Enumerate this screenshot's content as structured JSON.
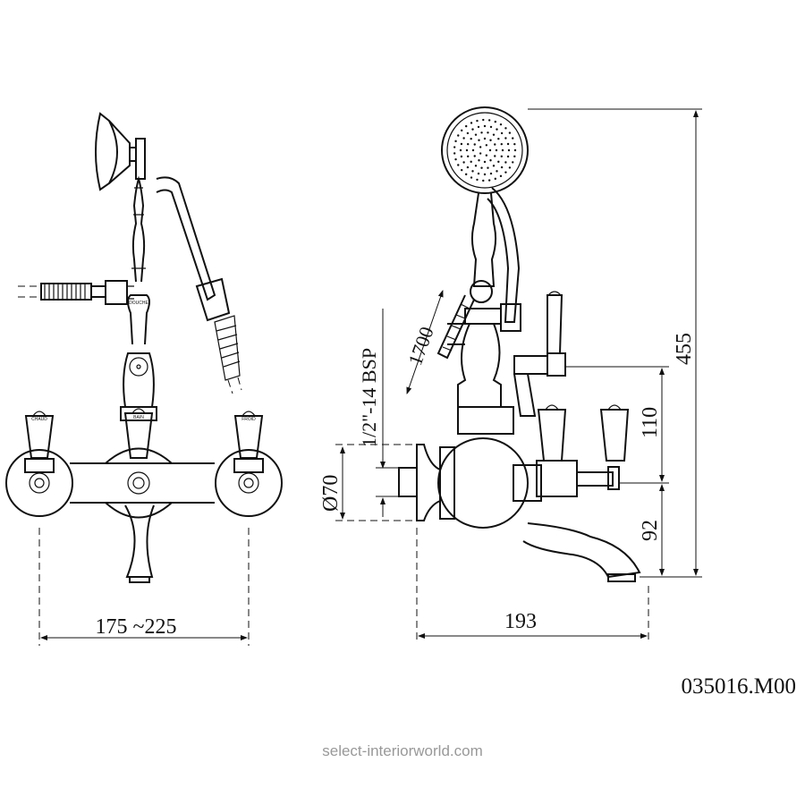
{
  "drawing": {
    "part_number": "035016.M00",
    "watermark": "select-interiorworld.com",
    "front_view": {
      "width_dimension": "175 ~225",
      "handle_labels": {
        "hot": "CHAUD",
        "bath": "BAIN",
        "cold": "FROID",
        "shower": "DOUCHE"
      }
    },
    "side_view": {
      "depth_dimension": "193",
      "total_height": "455",
      "handle_height": "110",
      "spout_height": "92",
      "escutcheon_diameter": "Ø70",
      "thread": "1/2\"-14 BSP",
      "hose_length": "1700"
    }
  }
}
